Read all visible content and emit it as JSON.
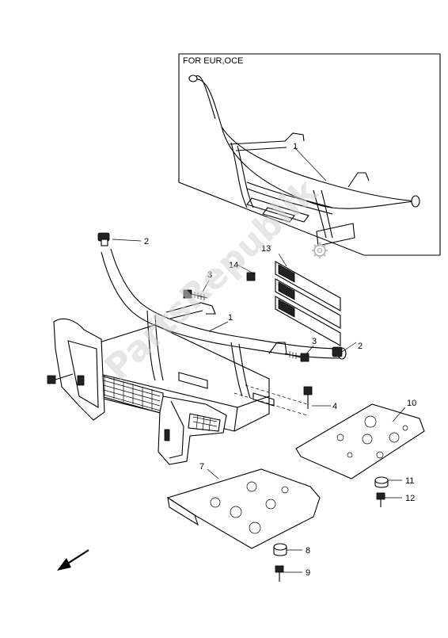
{
  "inset_label": "FOR EUR,OCE",
  "watermark": "PartsRepublik",
  "callouts": [
    {
      "id": "1-inset",
      "text": "1"
    },
    {
      "id": "2-top",
      "text": "2"
    },
    {
      "id": "3-left",
      "text": "3"
    },
    {
      "id": "14",
      "text": "14"
    },
    {
      "id": "13",
      "text": "13"
    },
    {
      "id": "1-main",
      "text": "1"
    },
    {
      "id": "3-right",
      "text": "3"
    },
    {
      "id": "2-right",
      "text": "2"
    },
    {
      "id": "4",
      "text": "4"
    },
    {
      "id": "10",
      "text": "10"
    },
    {
      "id": "11",
      "text": "11"
    },
    {
      "id": "12",
      "text": "12"
    },
    {
      "id": "7",
      "text": "7"
    },
    {
      "id": "8",
      "text": "8"
    },
    {
      "id": "9",
      "text": "9"
    }
  ],
  "icons": {
    "direction_arrow": "arrow-down-left-icon",
    "gear_logo": "gear-icon"
  }
}
